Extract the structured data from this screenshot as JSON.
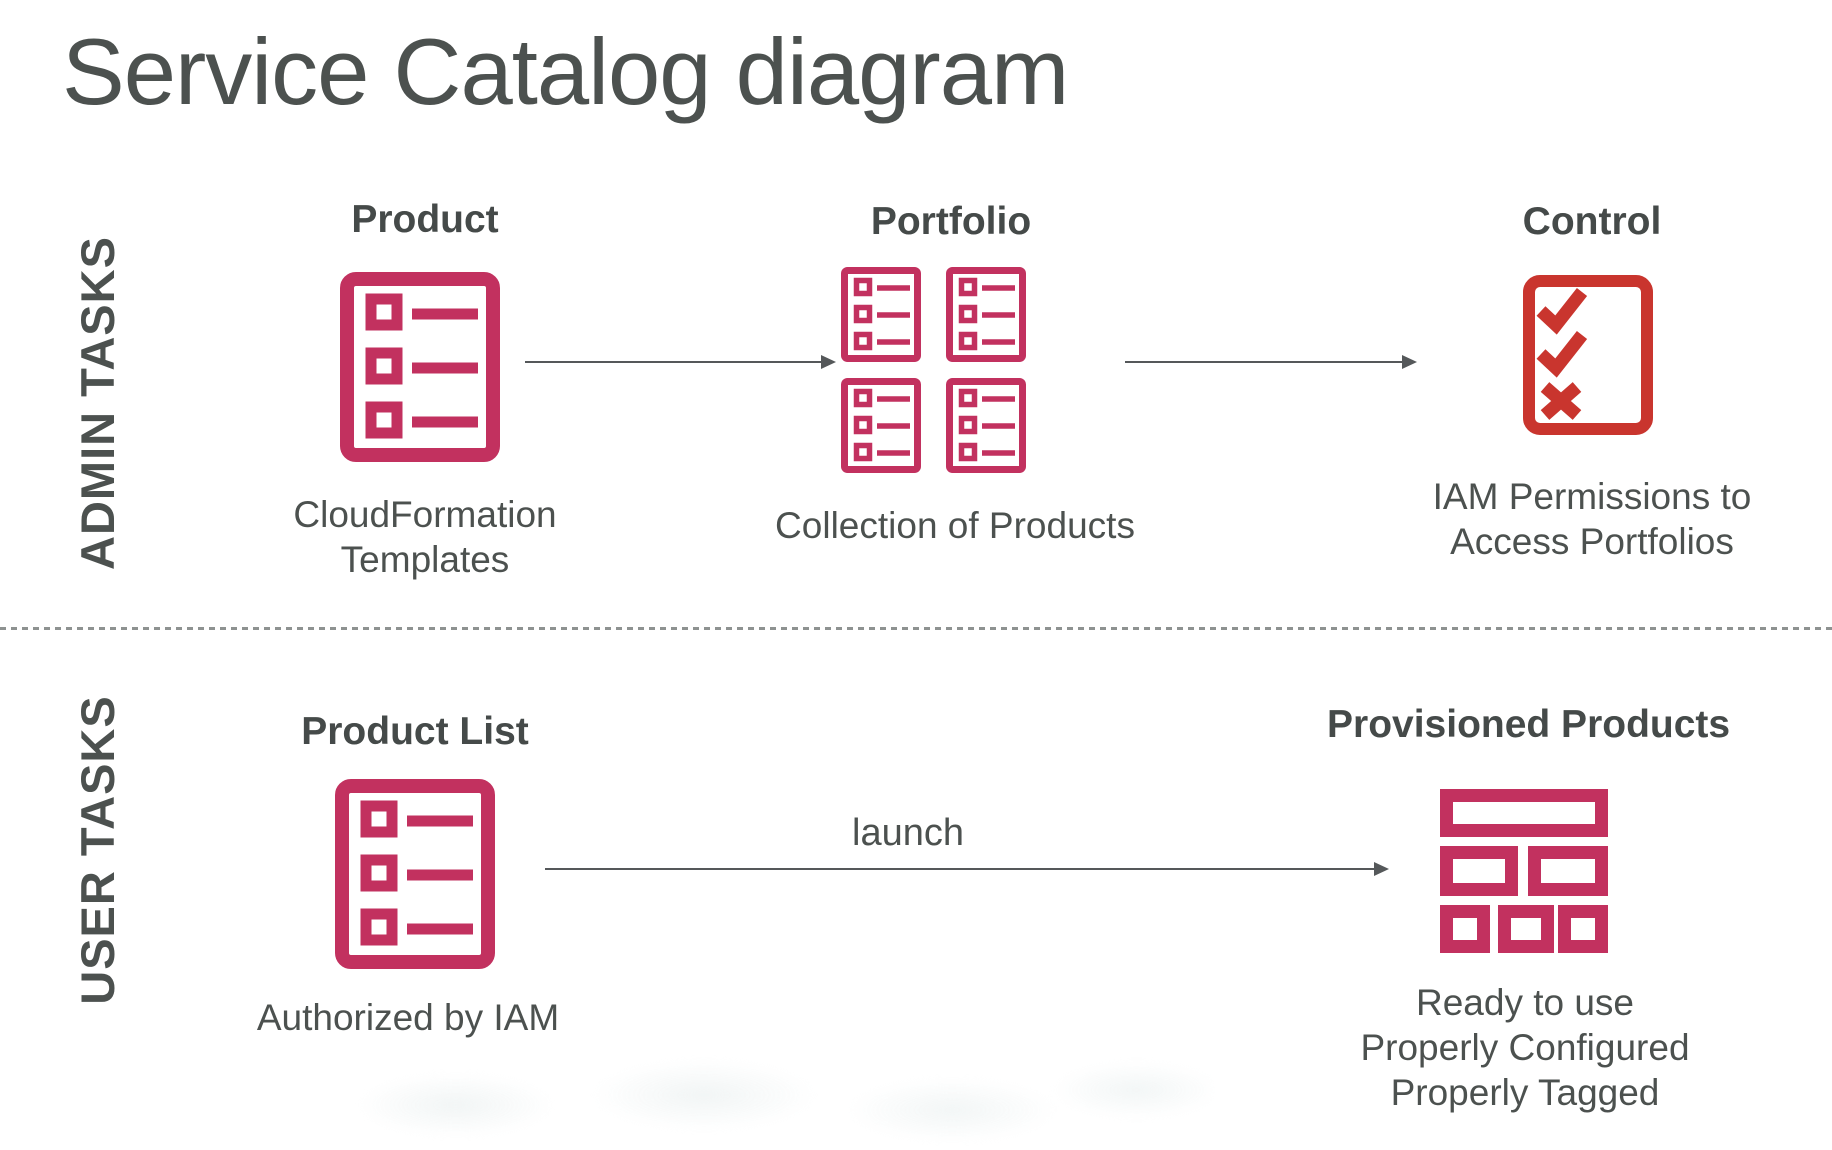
{
  "title": "Service Catalog diagram",
  "colors": {
    "pink": "#C2315F",
    "red": "#C9352E",
    "text_dark": "#454A49",
    "text_mid": "#4C514F",
    "arrow": "#55585A",
    "divider": "#8E9291"
  },
  "admin": {
    "label": "ADMIN TASKS",
    "product": {
      "heading": "Product",
      "caption": "CloudFormation Templates"
    },
    "portfolio": {
      "heading": "Portfolio",
      "caption": "Collection of Products"
    },
    "control": {
      "heading": "Control",
      "caption": "IAM Permissions to Access Portfolios"
    }
  },
  "user": {
    "label": "USER TASKS",
    "product_list": {
      "heading": "Product List",
      "caption": "Authorized by IAM"
    },
    "launch_label": "launch",
    "provisioned": {
      "heading": "Provisioned Products",
      "caption": "Ready to use\nProperly Configured\nProperly Tagged"
    }
  }
}
